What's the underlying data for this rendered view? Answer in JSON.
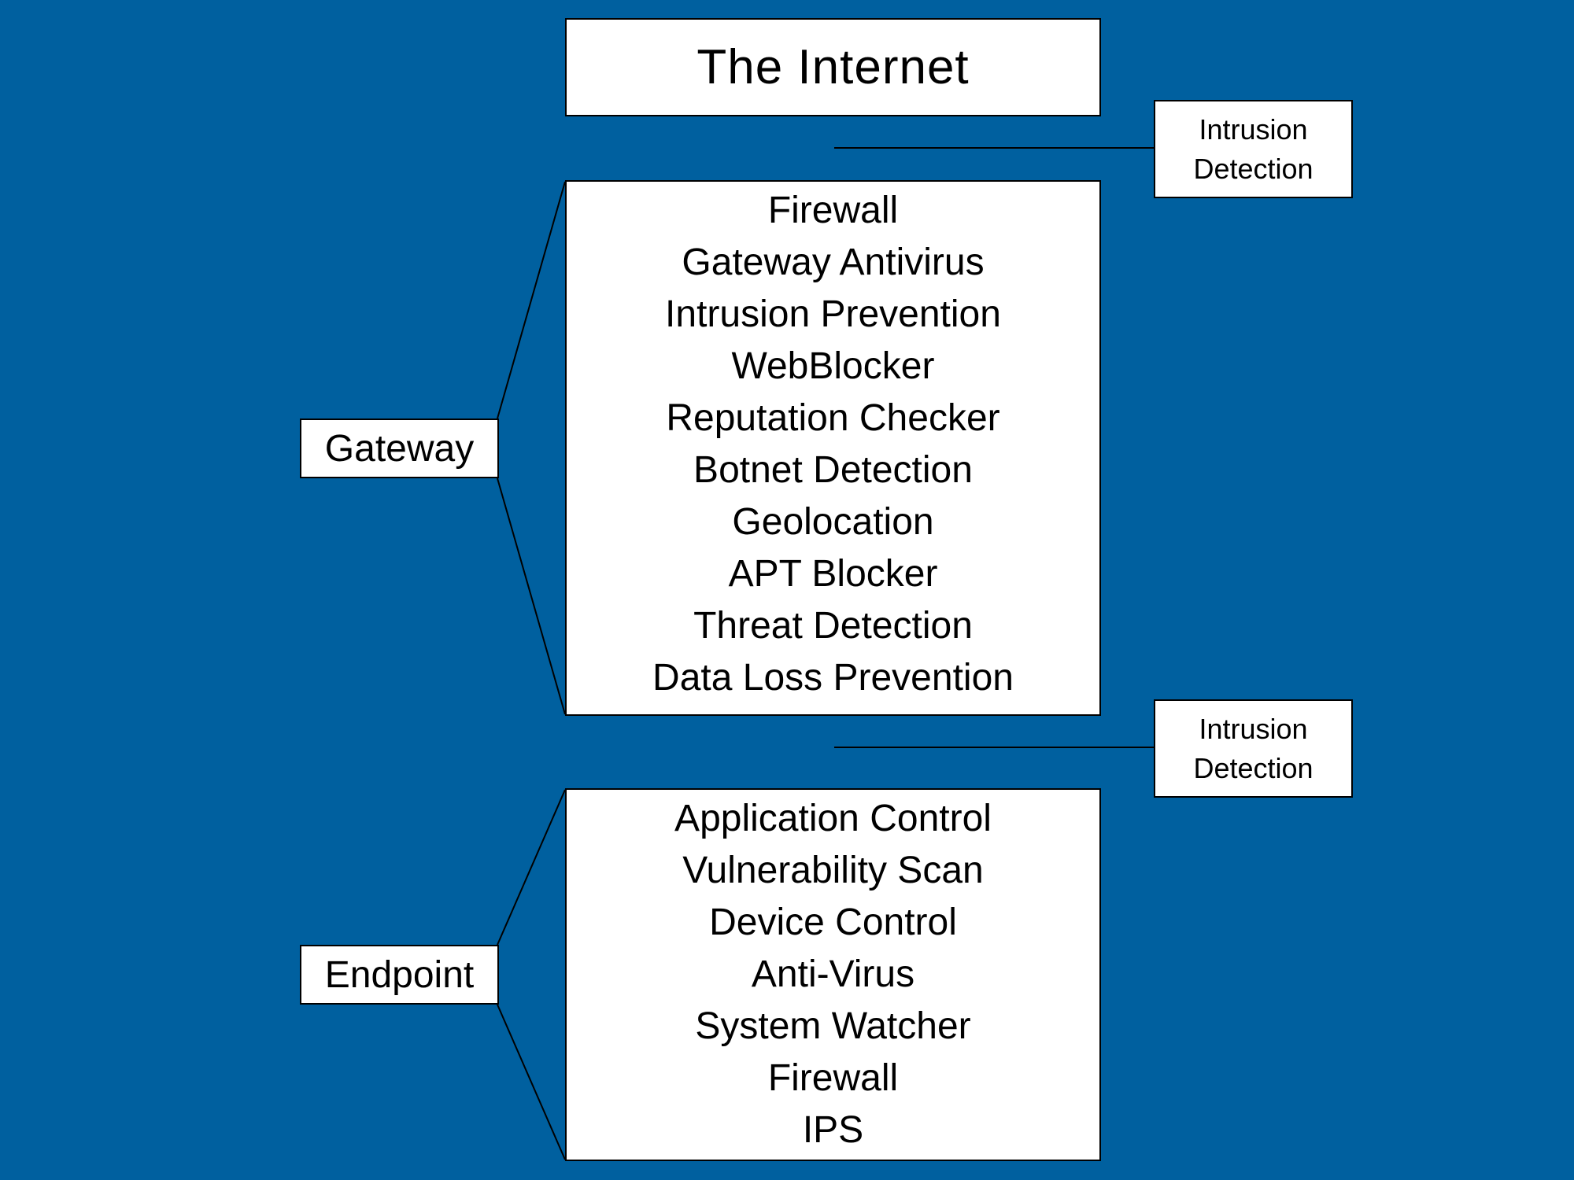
{
  "diagram": {
    "internet": {
      "label": "The Internet"
    },
    "intrusion_detection_top": {
      "line1": "Intrusion",
      "line2": "Detection"
    },
    "intrusion_detection_bottom": {
      "line1": "Intrusion",
      "line2": "Detection"
    },
    "gateway": {
      "label": "Gateway",
      "items": [
        "Firewall",
        "Gateway Antivirus",
        "Intrusion Prevention",
        "WebBlocker",
        "Reputation Checker",
        "Botnet Detection",
        "Geolocation",
        "APT Blocker",
        "Threat Detection",
        "Data Loss Prevention"
      ]
    },
    "endpoint": {
      "label": "Endpoint",
      "items": [
        "Application Control",
        "Vulnerability Scan",
        "Device Control",
        "Anti-Virus",
        "System Watcher",
        "Firewall",
        "IPS"
      ]
    },
    "colors": {
      "background": "#00609f",
      "box_fill": "#ffffff",
      "line": "#000000"
    }
  }
}
